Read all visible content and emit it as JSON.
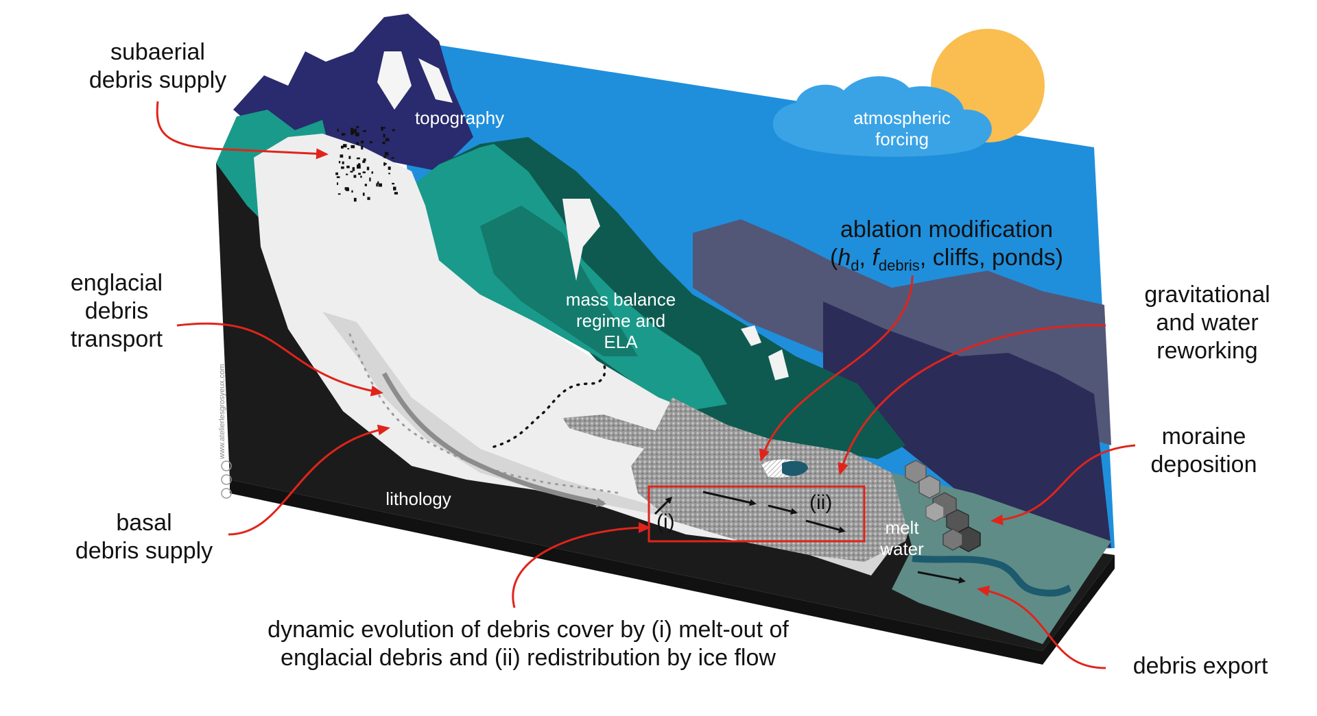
{
  "labels": {
    "subaerial": [
      "subaerial",
      "debris supply"
    ],
    "englacial": [
      "englacial",
      "debris",
      "transport"
    ],
    "basal": [
      "basal",
      "debris supply"
    ],
    "ablation_title": "ablation modification",
    "ablation_open": "(",
    "ablation_h": "h",
    "ablation_h_sub": "d",
    "ablation_comma1": ", ",
    "ablation_f": "f",
    "ablation_f_sub": "debris",
    "ablation_rest": ", cliffs, ponds)",
    "gravitational": [
      "gravitational",
      "and water",
      "reworking"
    ],
    "moraine": [
      "moraine",
      "deposition"
    ],
    "export": "debris export",
    "dynamic": [
      "dynamic evolution of debris cover by (i) melt-out of",
      "englacial debris and (ii) redistribution by ice flow"
    ]
  },
  "inner_labels": {
    "topography": "topography",
    "atmospheric": [
      "atmospheric",
      "forcing"
    ],
    "mass_balance": [
      "mass balance",
      "regime and",
      "ELA"
    ],
    "lithology": "lithology",
    "melt_water": [
      "melt",
      "water"
    ],
    "roman_i": "(i)",
    "roman_ii": "(ii)"
  },
  "watermark": "www.atelierlesgrosyeux.com",
  "colors": {
    "sky": "#1f8fdc",
    "cloud": "#3aa3e6",
    "sun": "#f9bd50",
    "rock_front": "#1b1b1b",
    "ice": "#eeeeee",
    "teal": "#1a9a8a",
    "dark_teal": "#0e5a50",
    "purple_peak": "#2a2a6e",
    "annotation_red": "#e0241b",
    "proglacial": "#5f8c86",
    "stream": "#1d5a6e"
  }
}
